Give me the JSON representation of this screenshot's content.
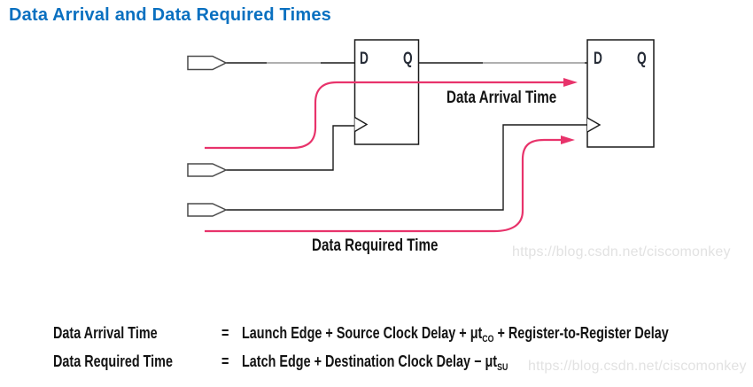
{
  "title": "Data Arrival and Data Required Times",
  "colors": {
    "title_blue": "#0a70c0",
    "signal_pink": "#e8336b",
    "wire_black": "#1a1a1a",
    "wire_gray": "#b0b0b0",
    "pin_outline": "#4a4a4a",
    "watermark_gray": "#e2e2e2"
  },
  "diagram": {
    "source_ff": {
      "d_label": "D",
      "q_label": "Q"
    },
    "dest_ff": {
      "d_label": "D",
      "q_label": "Q"
    },
    "arrival_label": "Data Arrival Time",
    "required_label": "Data Required Time"
  },
  "equations": {
    "rows": [
      {
        "label": "Data Arrival Time",
        "eq": "=",
        "rhs": "Launch Edge + Source Clock Delay + μt",
        "sub": "CO",
        "rhs2": " + Register-to-Register Delay"
      },
      {
        "label": "Data Required Time",
        "eq": "=",
        "rhs": "Latch Edge + Destination Clock Delay − μt",
        "sub": "SU",
        "rhs2": ""
      }
    ]
  },
  "watermark": {
    "text": "https://blog.csdn.net/ciscomonkey"
  }
}
